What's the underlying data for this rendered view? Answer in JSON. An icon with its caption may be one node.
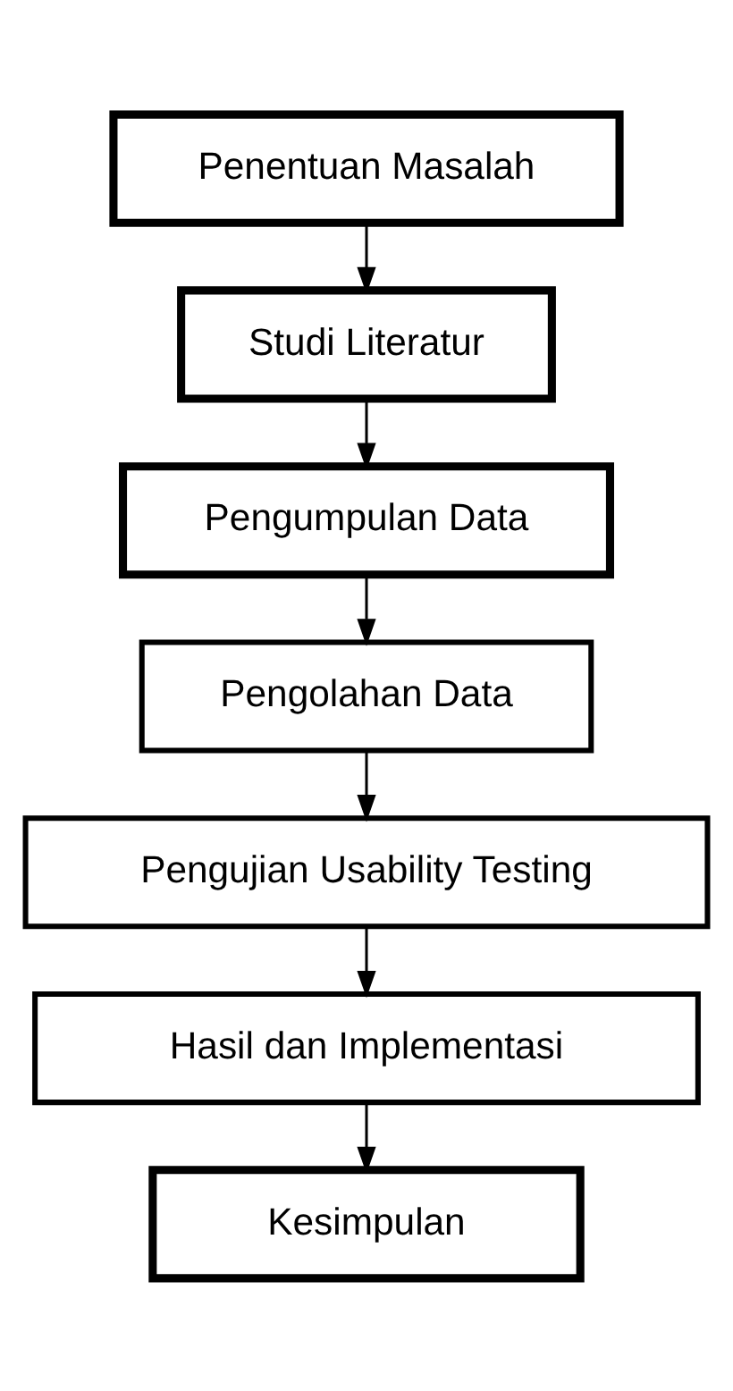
{
  "diagram": {
    "nodes": [
      {
        "text": [
          "Penentuan Masalah"
        ]
      },
      {
        "text": [
          "Studi Literatur"
        ]
      },
      {
        "text": [
          "Pengumpulan Data"
        ]
      },
      {
        "text": [
          "Pengolahan Data"
        ]
      },
      {
        "text": [
          "Pengujian Usability Testing"
        ]
      },
      {
        "text": [
          "Hasil dan Implementasi"
        ]
      },
      {
        "text": [
          "Kesimpulan"
        ]
      }
    ],
    "edges": [
      {
        "from": 0,
        "to": 1,
        "arrow": "to"
      },
      {
        "from": 1,
        "to": 2,
        "arrow": "to"
      },
      {
        "from": 2,
        "to": 3,
        "arrow": "to"
      },
      {
        "from": 3,
        "to": 4,
        "arrow": "to"
      },
      {
        "from": 4,
        "to": 5,
        "arrow": "to"
      },
      {
        "from": 5,
        "to": 6,
        "arrow": "to"
      }
    ]
  }
}
